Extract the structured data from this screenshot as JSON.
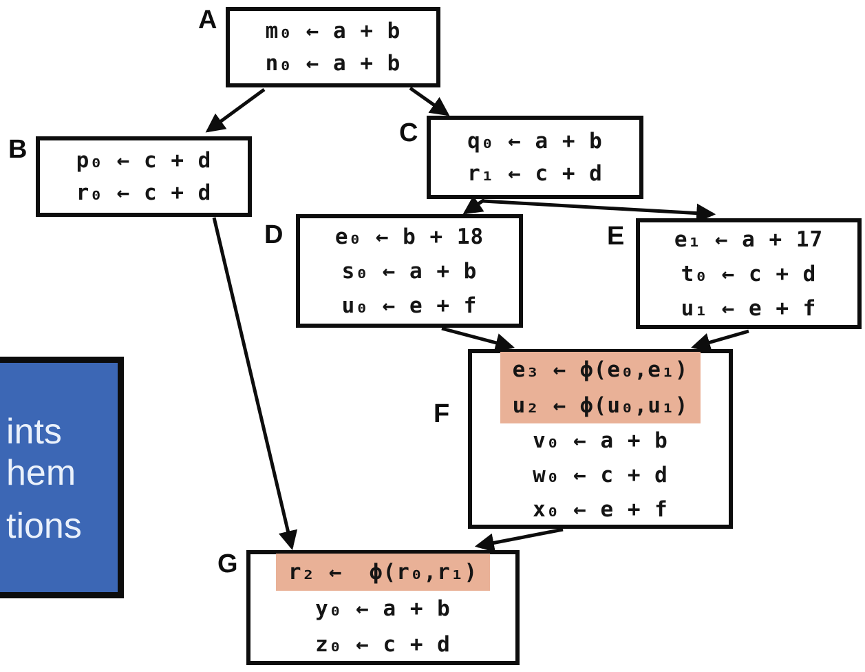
{
  "diagram_type": "control-flow-graph (SSA form with phi functions)",
  "nodes": [
    {
      "id": "A",
      "label": "A",
      "statements": [
        "m₀ ← a + b",
        "n₀ ← a + b"
      ],
      "highlighted_rows": []
    },
    {
      "id": "B",
      "label": "B",
      "statements": [
        "p₀ ← c + d",
        "r₀ ← c + d"
      ],
      "highlighted_rows": []
    },
    {
      "id": "C",
      "label": "C",
      "statements": [
        "q₀ ← a + b",
        "r₁ ← c + d"
      ],
      "highlighted_rows": []
    },
    {
      "id": "D",
      "label": "D",
      "statements": [
        "e₀ ← b + 18",
        "s₀ ← a + b",
        "u₀ ← e + f"
      ],
      "highlighted_rows": []
    },
    {
      "id": "E",
      "label": "E",
      "statements": [
        "e₁ ← a + 17",
        "t₀ ← c + d",
        "u₁ ← e + f"
      ],
      "highlighted_rows": []
    },
    {
      "id": "F",
      "label": "F",
      "statements": [
        "e₃ ← ϕ(e₀,e₁)",
        "u₂ ← ϕ(u₀,u₁)",
        "v₀ ← a + b",
        "w₀ ← c + d",
        "x₀ ← e + f"
      ],
      "highlighted_rows": [
        0,
        1
      ]
    },
    {
      "id": "G",
      "label": "G",
      "statements": [
        "r₂ ←  ϕ(r₀,r₁)",
        "y₀ ← a + b",
        "z₀ ← c + d"
      ],
      "highlighted_rows": [
        0
      ]
    }
  ],
  "edges": [
    {
      "from": "A",
      "to": "B"
    },
    {
      "from": "A",
      "to": "C"
    },
    {
      "from": "C",
      "to": "D"
    },
    {
      "from": "C",
      "to": "E"
    },
    {
      "from": "D",
      "to": "F"
    },
    {
      "from": "E",
      "to": "F"
    },
    {
      "from": "B",
      "to": "G"
    },
    {
      "from": "F",
      "to": "G"
    }
  ],
  "callout": {
    "visible_text_fragments": [
      "ints",
      "hem",
      "tions"
    ]
  },
  "colors": {
    "phi_highlight": "#E9B197",
    "callout_bg": "#3C67B5",
    "callout_text": "#EAF1FB",
    "node_border": "#0d0d0d",
    "edge_line": "#0d0d0d",
    "background": "#ffffff"
  }
}
